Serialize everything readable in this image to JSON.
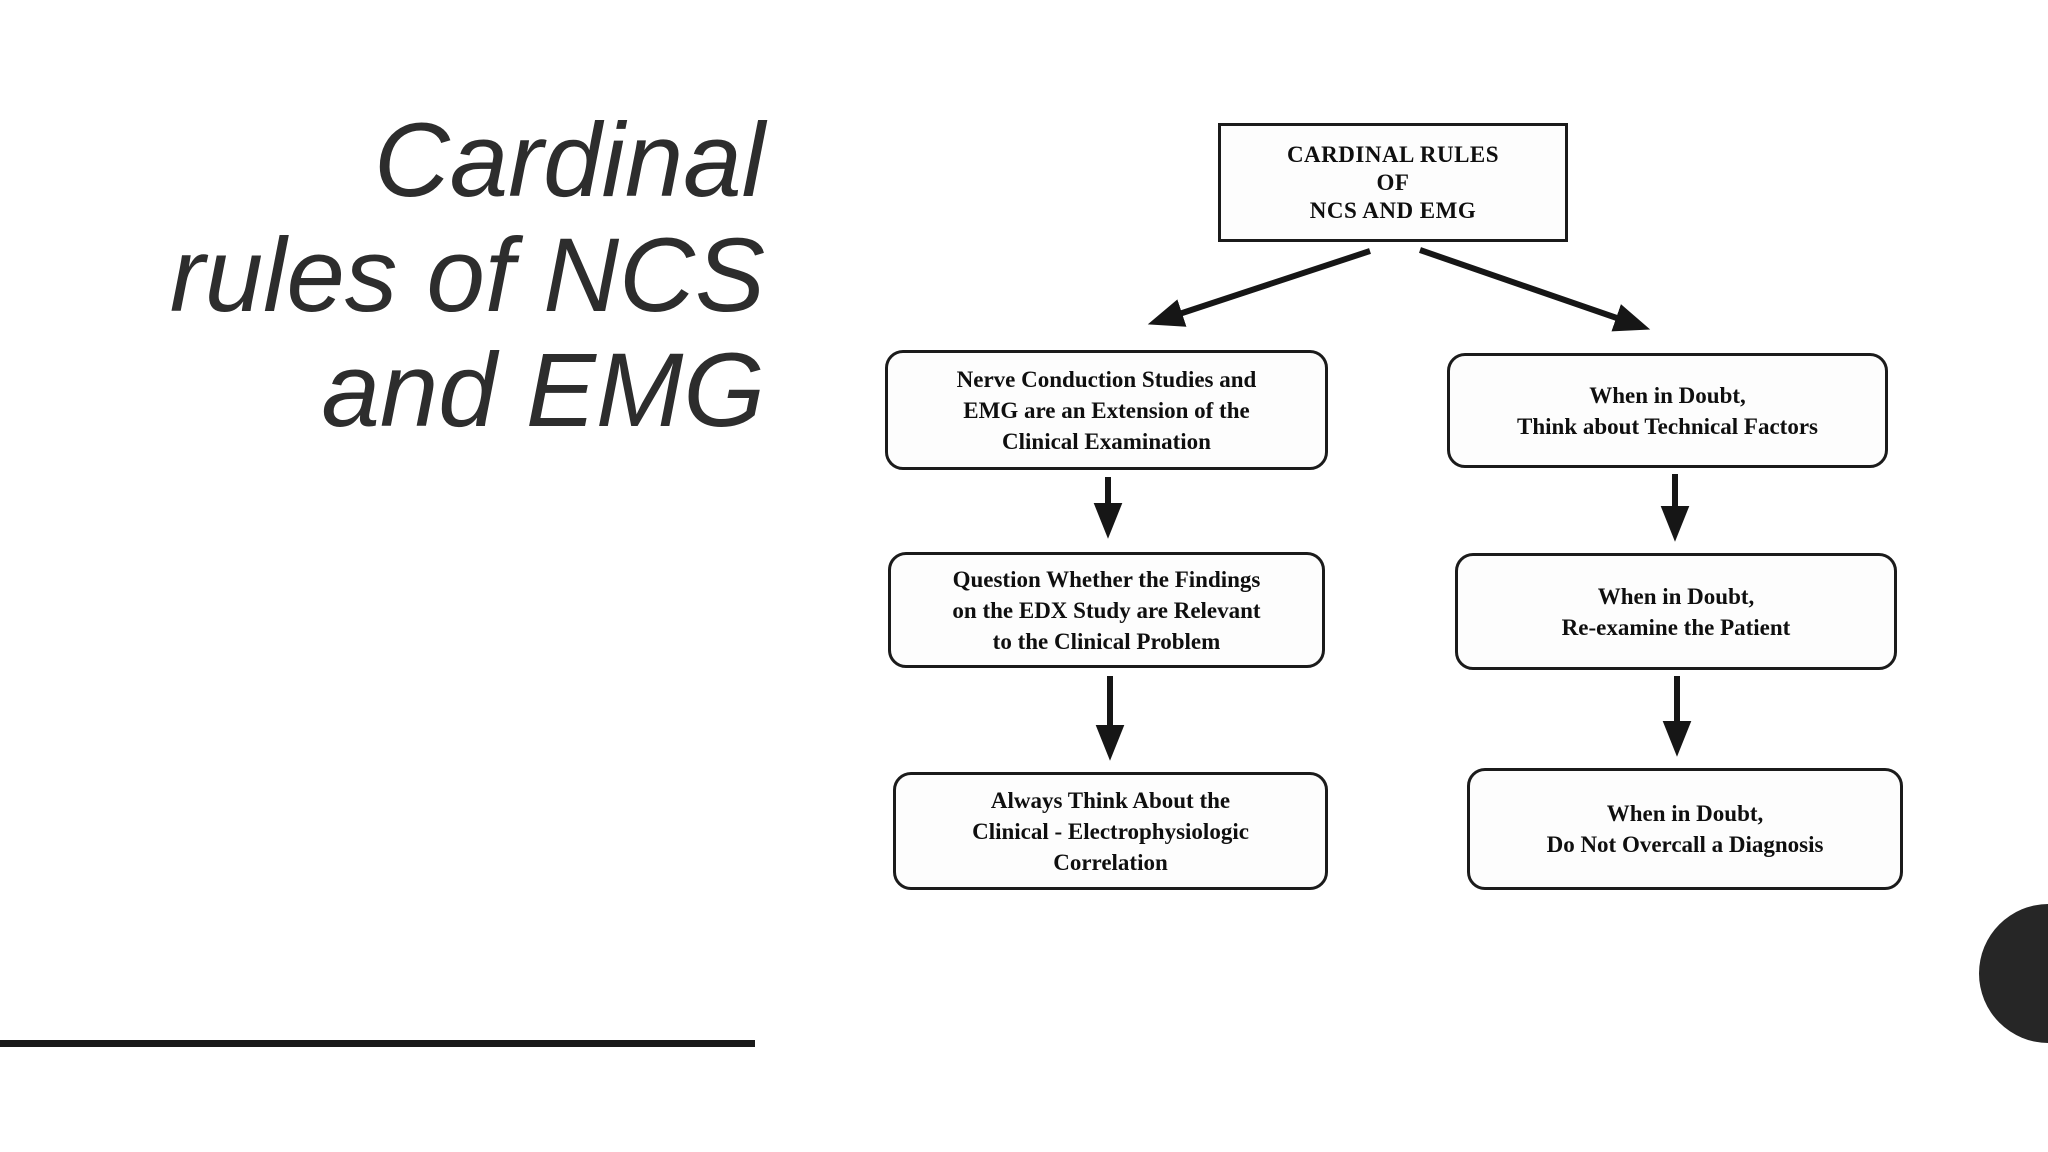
{
  "slide": {
    "title_lines": [
      "Cardinal",
      "rules of NCS",
      "and EMG"
    ]
  },
  "flowchart": {
    "root": {
      "lines": [
        "CARDINAL RULES",
        "OF",
        "NCS AND EMG"
      ]
    },
    "left": [
      {
        "lines": [
          "Nerve Conduction Studies and",
          "EMG are an Extension of the",
          "Clinical Examination"
        ]
      },
      {
        "lines": [
          "Question Whether the Findings",
          "on the EDX Study are Relevant",
          "to the Clinical Problem"
        ]
      },
      {
        "lines": [
          "Always Think About the",
          "Clinical - Electrophysiologic",
          "Correlation"
        ]
      }
    ],
    "right": [
      {
        "lines": [
          "When in Doubt,",
          "Think about Technical Factors"
        ]
      },
      {
        "lines": [
          "When in Doubt,",
          "Re-examine the Patient"
        ]
      },
      {
        "lines": [
          "When in Doubt,",
          "Do Not Overcall a Diagnosis"
        ]
      }
    ]
  },
  "colors": {
    "background": "#ffffff",
    "title_text": "#2d2d2d",
    "diagram_ink": "#161616",
    "decoration": "#262626"
  }
}
